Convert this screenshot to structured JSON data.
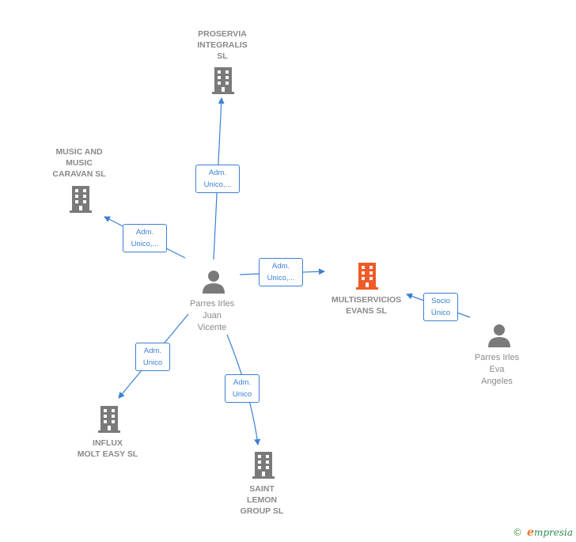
{
  "colors": {
    "edge": "#3b7fd6",
    "building": "#7a7a7a",
    "building_focus": "#f05a28",
    "person": "#7a7a7a"
  },
  "nodes": {
    "proservia": {
      "label": "PROSERVIA\nINTEGRALIS\nSL",
      "icon": "building-icon"
    },
    "music": {
      "label": "MUSIC AND\nMUSIC\nCARAVAN SL",
      "icon": "building-icon"
    },
    "multiservicios": {
      "label": "MULTISERVICIOS\nEVANS  SL",
      "icon": "building-icon"
    },
    "influx": {
      "label": "INFLUX\nMOLT EASY  SL",
      "icon": "building-icon"
    },
    "saint": {
      "label": "SAINT\nLEMON\nGROUP  SL",
      "icon": "building-icon"
    },
    "juan": {
      "label": "Parres Irles\nJuan\nVicente",
      "icon": "person-icon"
    },
    "eva": {
      "label": "Parres Irles\nEva\nAngeles",
      "icon": "person-icon"
    }
  },
  "edges": {
    "juan_proservia": {
      "label": "Adm.\nUnico,..."
    },
    "juan_music": {
      "label": "Adm.\nUnico,..."
    },
    "juan_multiservicios": {
      "label": "Adm.\nUnico,..."
    },
    "juan_influx": {
      "label": "Adm.\nUnico"
    },
    "juan_saint": {
      "label": "Adm.\nUnico"
    },
    "eva_multiservicios": {
      "label": "Socio\nÚnico"
    }
  },
  "brand": {
    "copyright": "©",
    "name_initial": "e",
    "name_rest": "mpresia"
  }
}
